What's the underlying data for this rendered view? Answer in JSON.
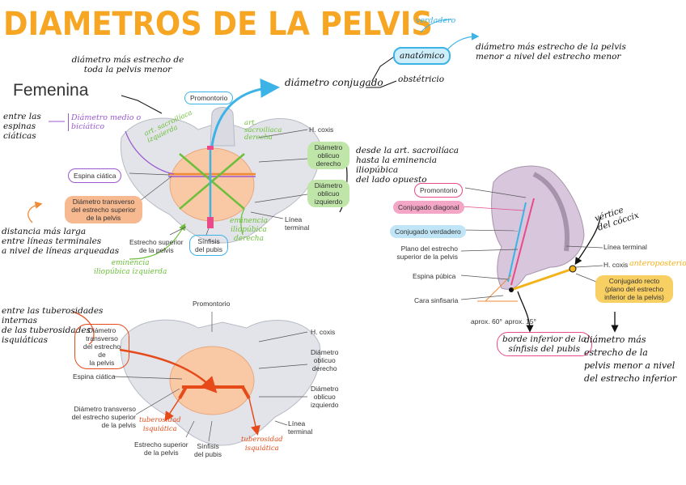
{
  "title": "DIAMETROS DE LA PELVIS",
  "femenina": "Femenina",
  "colors": {
    "title": "#f6a623",
    "blue": "#3cb3e6",
    "green": "#6cbf3a",
    "purple": "#9b59d0",
    "orange": "#f08a34",
    "red": "#e64a19",
    "pink": "#e84a8a",
    "yellow": "#f3b21a"
  },
  "top_diagram": {
    "note_narrow": "diámetro más estrecho de\ntoda la pelvis menor",
    "promontorio": "Promontorio",
    "conjugado": "diámetro conjugado",
    "verdadero": "verdadero",
    "anatomico": "anatómico",
    "obstetricio": "obstétricio",
    "note_right": "diámetro más estrecho de la pelvis\nmenor a nivel del estrecho menor",
    "espinas_note": "entre las espinas\nciáticas",
    "diametro_medio": "Diámetro medio o\nbiciático",
    "art_izq": "art. sacroilíaca\nizquierda",
    "art_der": "art.\nsacroilíaca\nderecha",
    "h_coxis": "H. coxis",
    "obl_der": "Diámetro\noblicuo\nderecho",
    "obl_izq": "Diámetro\noblicuo\nizquierdo",
    "note_oblicuo": "desde la art. sacroilíaca\nhasta la eminencia iliopúbica\ndel lado opuesto",
    "espina_ciatica": "Espina ciática",
    "transverso": "Diámetro transverso\ndel estrecho superior\nde la pelvis",
    "note_distancia": "distancia más larga\nentre líneas terminales\na nivel de líneas arqueadas",
    "estrecho_sup": "Estrecho superior\nde la pelvis",
    "sinfisis": "Sínfisis\ndel pubis",
    "em_der": "eminencia\niliopúbica\nderecha",
    "em_izq": "eminencia\niliopúbica izquierda",
    "linea_terminal": "Línea\nterminal"
  },
  "bottom_diagram": {
    "promontorio": "Promontorio",
    "note_tuber": "entre las tuberosidades internas\nde las tuberosidades\nisquiáticas",
    "transverso_inf": "Diámetro\ntransverso\ndel estrecho de\nla pelvis",
    "h_coxis": "H. coxis",
    "obl_der": "Diámetro\noblicuo\nderecho",
    "espina_ciatica": "Espina ciática",
    "obl_izq": "Diámetro\noblicuo\nizquierdo",
    "transverso_sup": "Diámetro transverso\ndel estrecho superior\nde la pelvis",
    "tub_izq": "tuberosidad\nisquiática",
    "tub_der": "tuberosidad\nisquiática",
    "linea_terminal": "Línea\nterminal",
    "estrecho_sup": "Estrecho superior\nde la pelvis",
    "sinfisis": "Sínfisis\ndel pubis"
  },
  "side_diagram": {
    "promontorio": "Promontorio",
    "conj_diagonal": "Conjugado diagonal",
    "conj_verdadero": "Conjugado verdadero",
    "plano": "Plano del estrecho\nsuperior de la pelvis",
    "espina_pubica": "Espina púbica",
    "cara_sinfisaria": "Cara sinfisaria",
    "vertice": "vértice\ndel cóccix",
    "linea_terminal": "Línea terminal",
    "h_coxis": "H. coxis",
    "anteroposterior": "anteroposterior",
    "conj_recto": "Conjugado recto\n(plano del estrecho\ninferior de la pelvis)",
    "aprox60": "aprox. 60°",
    "aprox15": "aprox. 15°",
    "borde": "borde inferior de la\nsínfisis del pubis",
    "note_inf": "diámetro más\nestrecho de la\npelvis menor a nivel\ndel estrecho inferior"
  }
}
